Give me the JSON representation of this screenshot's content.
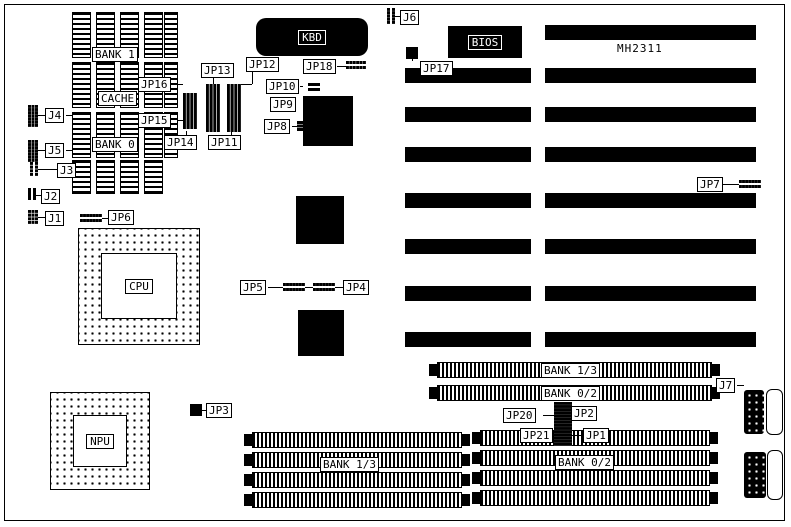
{
  "board": {
    "model": "MH2311"
  },
  "labels": {
    "bank1": "BANK 1",
    "cache": "CACHE",
    "bank0": "BANK 0",
    "cpu": "CPU",
    "npu": "NPU",
    "kbd": "KBD",
    "bios": "BIOS",
    "j1": "J1",
    "j2": "J2",
    "j3": "J3",
    "j4": "J4",
    "j5": "J5",
    "j6": "J6",
    "j7": "J7",
    "jp1": "JP1",
    "jp2": "JP2",
    "jp3": "JP3",
    "jp4": "JP4",
    "jp5": "JP5",
    "jp6": "JP6",
    "jp7": "JP7",
    "jp8": "JP8",
    "jp9": "JP9",
    "jp10": "JP10",
    "jp11": "JP11",
    "jp12": "JP12",
    "jp13": "JP13",
    "jp14": "JP14",
    "jp15": "JP15",
    "jp16": "JP16",
    "jp17": "JP17",
    "jp18": "JP18",
    "jp20": "JP20",
    "jp21": "JP21",
    "bank13_top": "BANK 1/3",
    "bank02_top": "BANK 0/2",
    "bank13_bottom": "BANK 1/3",
    "bank02_bottom": "BANK 0/2"
  },
  "colors": {
    "ink": "#000000",
    "paper": "#ffffff"
  }
}
